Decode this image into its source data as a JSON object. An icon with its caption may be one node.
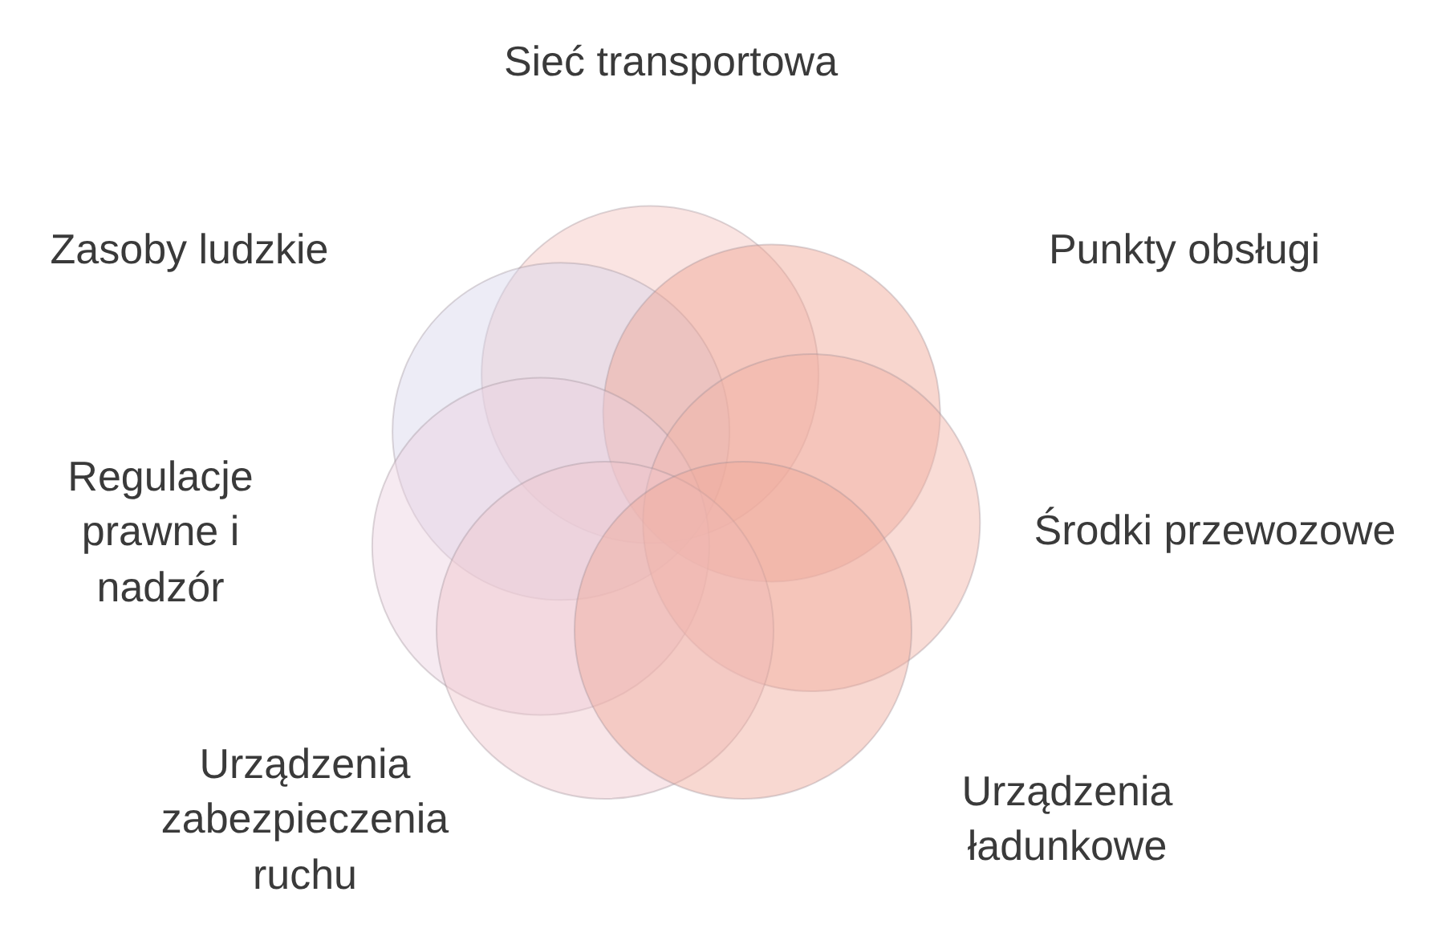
{
  "diagram": {
    "nodes": [
      {
        "text": [
          "Sieć transportowa"
        ]
      },
      {
        "text": [
          "Zasoby ludzkie"
        ]
      },
      {
        "text": [
          "Punkty obsługi"
        ]
      },
      {
        "text": [
          "Regulacje prawne i nadzór"
        ]
      },
      {
        "text": [
          "Środki przewozowe"
        ]
      },
      {
        "text": [
          "Urządzenia zabezpieczenia ruchu"
        ]
      },
      {
        "text": [
          "Urządzenia ładunkowe"
        ]
      }
    ]
  }
}
